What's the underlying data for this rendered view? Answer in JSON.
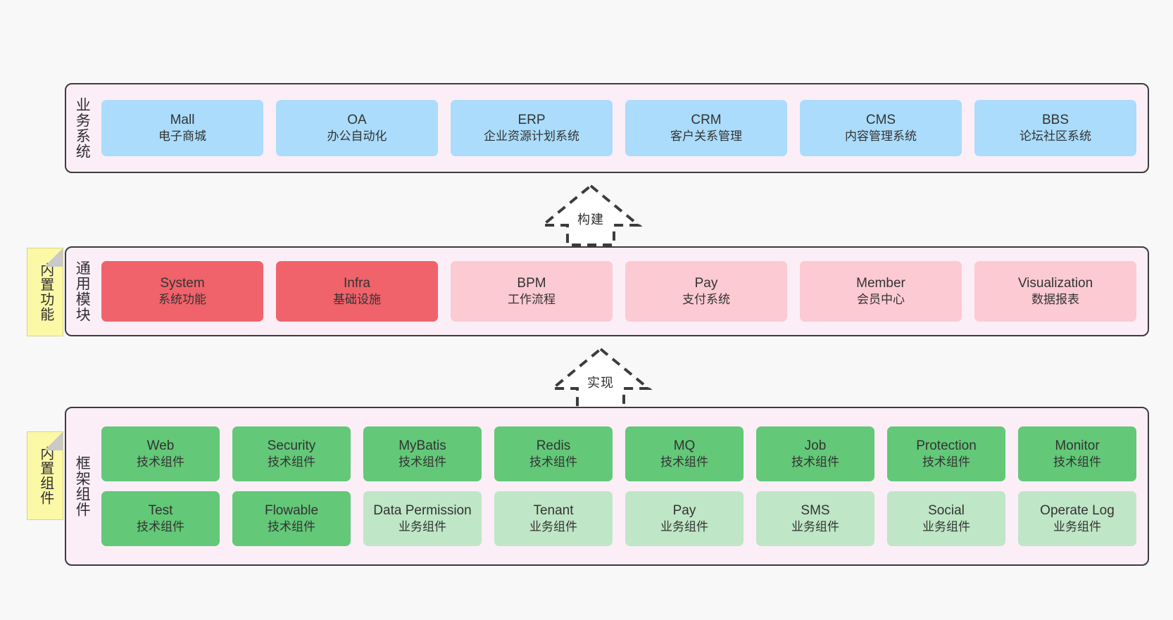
{
  "diagram": {
    "background": "#f8f8f8",
    "band_fill": "#fbeef7",
    "band_border": "#3c3c3c"
  },
  "layers": [
    {
      "id": "business-systems",
      "title": "业务系统",
      "rows": [
        {
          "cards": [
            {
              "name": "Mall",
              "sub": "电子商城",
              "color": "#abdcfb",
              "style": "c-blue"
            },
            {
              "name": "OA",
              "sub": "办公自动化",
              "color": "#abdcfb",
              "style": "c-blue"
            },
            {
              "name": "ERP",
              "sub": "企业资源计划系统",
              "color": "#abdcfb",
              "style": "c-blue"
            },
            {
              "name": "CRM",
              "sub": "客户关系管理",
              "color": "#abdcfb",
              "style": "c-blue"
            },
            {
              "name": "CMS",
              "sub": "内容管理系统",
              "color": "#abdcfb",
              "style": "c-blue"
            },
            {
              "name": "BBS",
              "sub": "论坛社区系统",
              "color": "#abdcfb",
              "style": "c-blue"
            }
          ]
        }
      ]
    },
    {
      "id": "common-modules",
      "title": "通用模块",
      "note": "内置功能",
      "rows": [
        {
          "cards": [
            {
              "name": "System",
              "sub": "系统功能",
              "color": "#f0636b",
              "style": "c-red"
            },
            {
              "name": "Infra",
              "sub": "基础设施",
              "color": "#f0636b",
              "style": "c-red"
            },
            {
              "name": "BPM",
              "sub": "工作流程",
              "color": "#fccad3",
              "style": "c-pink"
            },
            {
              "name": "Pay",
              "sub": "支付系统",
              "color": "#fccad3",
              "style": "c-pink"
            },
            {
              "name": "Member",
              "sub": "会员中心",
              "color": "#fccad3",
              "style": "c-pink"
            },
            {
              "name": "Visualization",
              "sub": "数据报表",
              "color": "#fccad3",
              "style": "c-pink"
            }
          ]
        }
      ]
    },
    {
      "id": "framework-components",
      "title": "框架组件",
      "note": "内置组件",
      "rows": [
        {
          "cards": [
            {
              "name": "Web",
              "sub": "技术组件",
              "color": "#63c878",
              "style": "c-green"
            },
            {
              "name": "Security",
              "sub": "技术组件",
              "color": "#63c878",
              "style": "c-green"
            },
            {
              "name": "MyBatis",
              "sub": "技术组件",
              "color": "#63c878",
              "style": "c-green"
            },
            {
              "name": "Redis",
              "sub": "技术组件",
              "color": "#63c878",
              "style": "c-green"
            },
            {
              "name": "MQ",
              "sub": "技术组件",
              "color": "#63c878",
              "style": "c-green"
            },
            {
              "name": "Job",
              "sub": "技术组件",
              "color": "#63c878",
              "style": "c-green"
            },
            {
              "name": "Protection",
              "sub": "技术组件",
              "color": "#63c878",
              "style": "c-green"
            },
            {
              "name": "Monitor",
              "sub": "技术组件",
              "color": "#63c878",
              "style": "c-green"
            }
          ]
        },
        {
          "cards": [
            {
              "name": "Test",
              "sub": "技术组件",
              "color": "#63c878",
              "style": "c-green"
            },
            {
              "name": "Flowable",
              "sub": "技术组件",
              "color": "#63c878",
              "style": "c-green"
            },
            {
              "name": "Data Permission",
              "sub": "业务组件",
              "color": "#bfe6c6",
              "style": "c-lightgreen"
            },
            {
              "name": "Tenant",
              "sub": "业务组件",
              "color": "#bfe6c6",
              "style": "c-lightgreen"
            },
            {
              "name": "Pay",
              "sub": "业务组件",
              "color": "#bfe6c6",
              "style": "c-lightgreen"
            },
            {
              "name": "SMS",
              "sub": "业务组件",
              "color": "#bfe6c6",
              "style": "c-lightgreen"
            },
            {
              "name": "Social",
              "sub": "业务组件",
              "color": "#bfe6c6",
              "style": "c-lightgreen"
            },
            {
              "name": "Operate Log",
              "sub": "业务组件",
              "color": "#bfe6c6",
              "style": "c-lightgreen"
            }
          ]
        }
      ]
    }
  ],
  "connectors": [
    {
      "id": "build-arrow",
      "label": "构建",
      "direction": "up"
    },
    {
      "id": "implement-arrow",
      "label": "实现",
      "direction": "up"
    }
  ]
}
